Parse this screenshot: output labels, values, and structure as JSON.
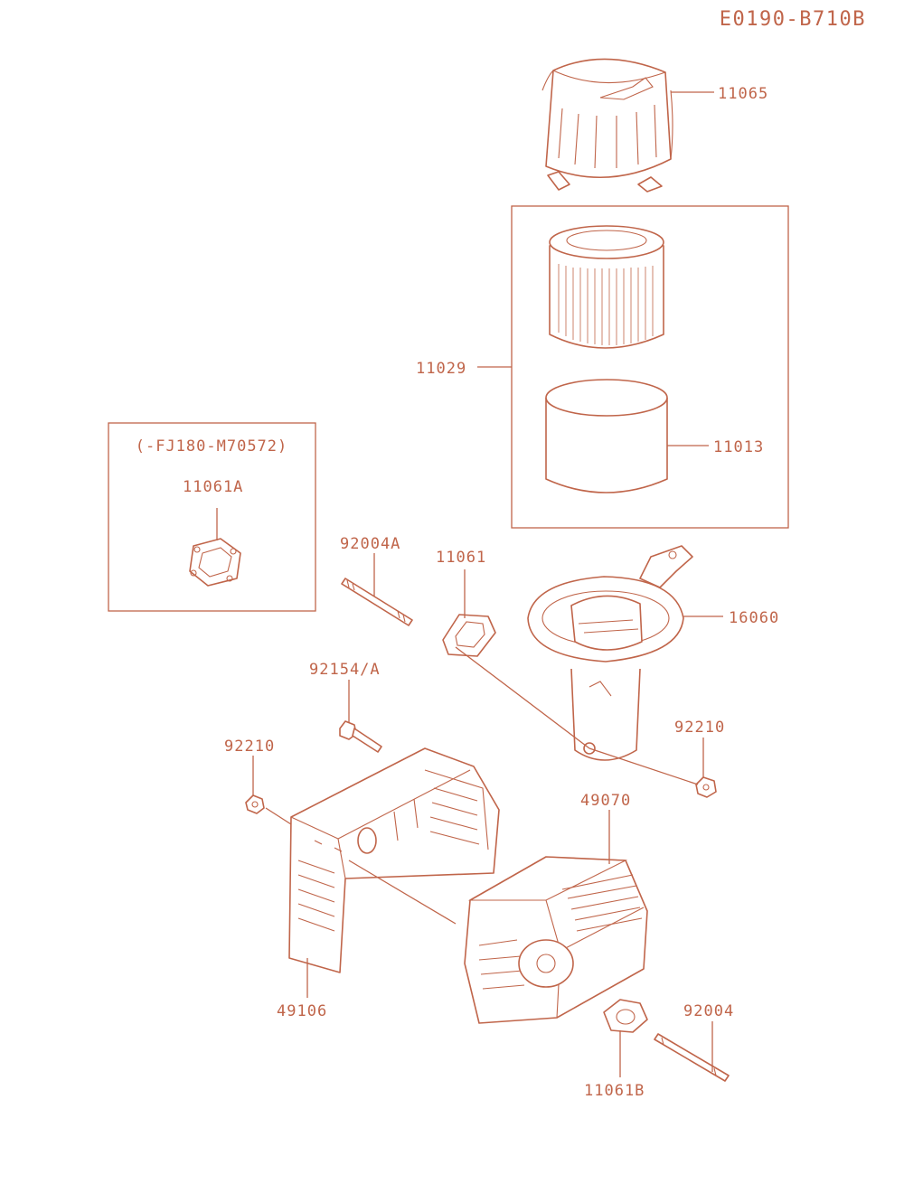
{
  "diagram_code": "E0190-B710B",
  "variant_note": "(-FJ180-M70572)",
  "parts": {
    "p11065": "11065",
    "p11029": "11029",
    "p11013": "11013",
    "p11061A": "11061A",
    "p92004A": "92004A",
    "p11061": "11061",
    "p16060": "16060",
    "p92154A": "92154/A",
    "p92210a": "92210",
    "p92210b": "92210",
    "p49070": "49070",
    "p49106": "49106",
    "p92004": "92004",
    "p11061B": "11061B"
  },
  "colors": {
    "line": "#c0654a",
    "background": "#ffffff"
  }
}
